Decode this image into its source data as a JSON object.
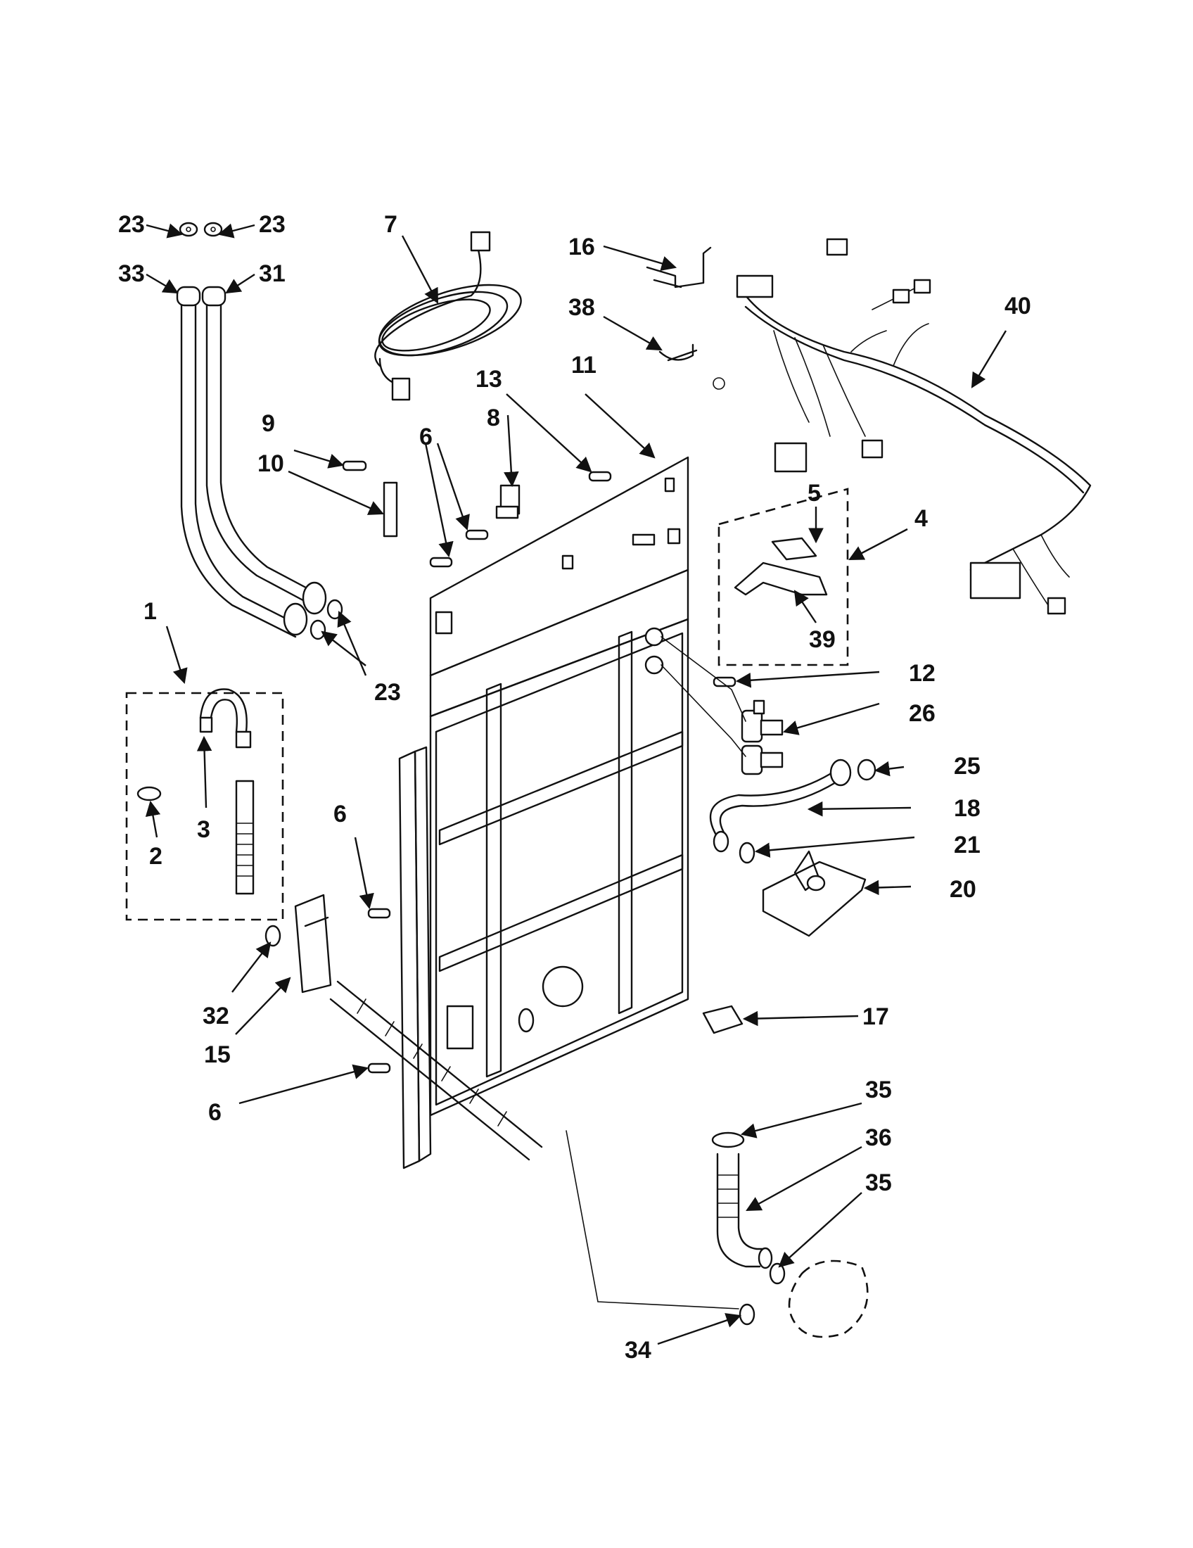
{
  "callouts": {
    "c1": "1",
    "c2": "2",
    "c3": "3",
    "c4": "4",
    "c5": "5",
    "c6a": "6",
    "c6b": "6",
    "c6c": "6",
    "c7": "7",
    "c8": "8",
    "c9": "9",
    "c10": "10",
    "c11": "11",
    "c12": "12",
    "c13": "13",
    "c15": "15",
    "c16": "16",
    "c17": "17",
    "c18": "18",
    "c20": "20",
    "c21": "21",
    "c23a": "23",
    "c23b": "23",
    "c23c": "23",
    "c25": "25",
    "c26": "26",
    "c31": "31",
    "c32": "32",
    "c33": "33",
    "c34": "34",
    "c35a": "35",
    "c35b": "35",
    "c36": "36",
    "c38": "38",
    "c39": "39",
    "c40": "40"
  }
}
